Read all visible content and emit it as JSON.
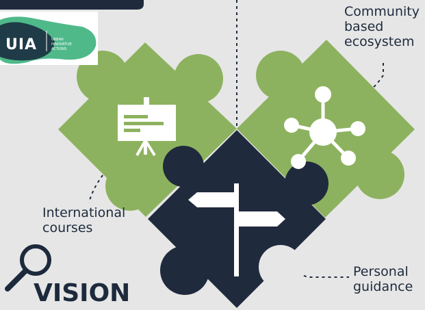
{
  "logo": {
    "abbr": "UIA",
    "line1": "URBAN",
    "line2": "INNOVATIVE",
    "line3": "ACTIONS"
  },
  "labels": {
    "community": [
      "Community",
      "based",
      "ecosystem"
    ],
    "courses": [
      "International",
      "courses"
    ],
    "guidance": [
      "Personal",
      "guidance"
    ]
  },
  "vision": "VISION",
  "colors": {
    "green": "#8db25f",
    "navy": "#1f2a3d",
    "background": "#e6e6e6"
  },
  "icons": [
    "presentation-board-icon",
    "network-hub-icon",
    "signpost-icon",
    "magnifier-icon"
  ]
}
